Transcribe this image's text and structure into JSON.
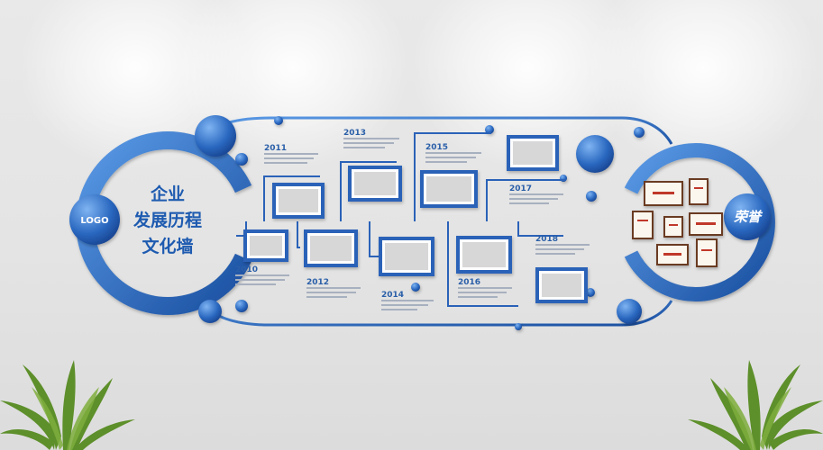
{
  "logo": {
    "label": "LOGO"
  },
  "title_lines": [
    "企业",
    "发展历程",
    "文化墙"
  ],
  "honor_label": "荣誉",
  "milestones": [
    {
      "year": "2010"
    },
    {
      "year": "2011"
    },
    {
      "year": "2012"
    },
    {
      "year": "2013"
    },
    {
      "year": "2014"
    },
    {
      "year": "2015"
    },
    {
      "year": "2016"
    },
    {
      "year": "2017"
    },
    {
      "year": "2018"
    }
  ],
  "colors": {
    "primary": "#1e5bb0",
    "deep": "#17479a",
    "light": "#4f8fe0",
    "wall": "#e6e6e6",
    "plant": "#5d8f2a"
  }
}
